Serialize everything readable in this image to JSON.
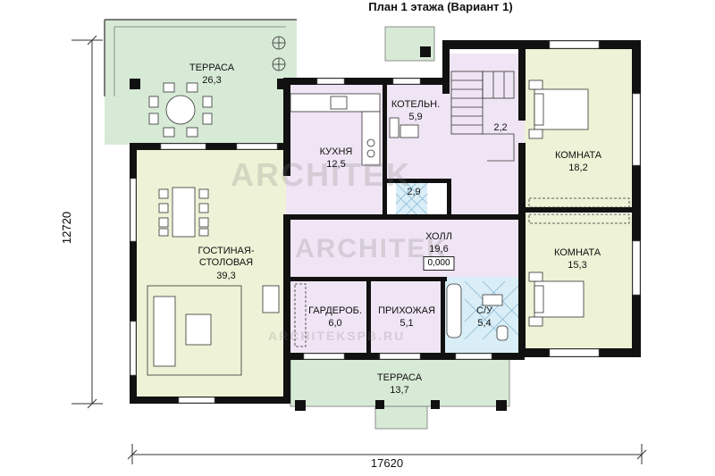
{
  "title": "План 1 этажа (Вариант 1)",
  "dimensions": {
    "width": "17620",
    "height": "12720"
  },
  "rooms": [
    {
      "id": "terrace_top",
      "name": "ТЕРРАСА",
      "area": "26,3"
    },
    {
      "id": "kitchen",
      "name": "КУХНЯ",
      "area": "12,5"
    },
    {
      "id": "boiler",
      "name": "КОТЕЛЬН.",
      "area": "5,9"
    },
    {
      "id": "stair",
      "name": "",
      "area": "2,2"
    },
    {
      "id": "room1",
      "name": "КОМНАТА",
      "area": "18,2"
    },
    {
      "id": "bath_small",
      "name": "",
      "area": "2,9"
    },
    {
      "id": "living",
      "name": "ГОСТИНАЯ-\nСТОЛОВАЯ",
      "area": "39,3"
    },
    {
      "id": "hall",
      "name": "ХОЛЛ",
      "area": "19,6"
    },
    {
      "id": "room2",
      "name": "КОМНАТА",
      "area": "15,3"
    },
    {
      "id": "wardrobe",
      "name": "ГАРДЕРОБ.",
      "area": "6,0"
    },
    {
      "id": "entry",
      "name": "ПРИХОЖАЯ",
      "area": "5,1"
    },
    {
      "id": "wc",
      "name": "С/У",
      "area": "5,4"
    },
    {
      "id": "terrace_bottom",
      "name": "ТЕРРАСА",
      "area": "13,7"
    }
  ],
  "level_marker": "0,000",
  "watermark": {
    "main": "ARCHITEK",
    "sub": "ARCHITEKSPB.RU"
  },
  "colors": {
    "terrace": "#d7ead6",
    "kitchen": "#f0e5f4",
    "room": "#eef2d6",
    "living": "#eef2d6",
    "wet": "#d9eef7",
    "wall": "#111111"
  }
}
